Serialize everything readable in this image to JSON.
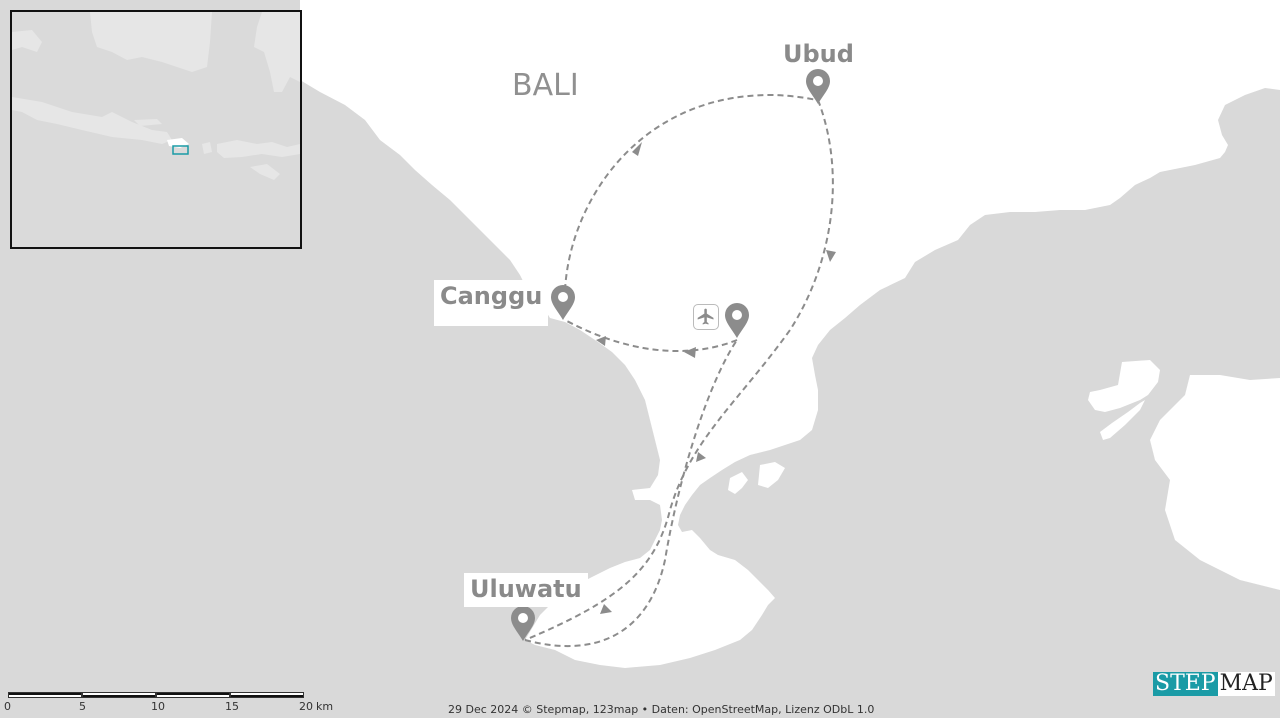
{
  "map": {
    "region_label": "BALI",
    "colors": {
      "sea": "#d9d9d9",
      "land": "#ffffff",
      "route": "#8c8c8c",
      "pin": "#8c8c8c",
      "label": "#8a8a8a",
      "inset_highlight": "#1a9ba6"
    },
    "places": [
      {
        "name": "Ubud",
        "icon": "map-pin-icon"
      },
      {
        "name": "Canggu",
        "icon": "map-pin-icon"
      },
      {
        "name": "Uluwatu",
        "icon": "map-pin-icon"
      },
      {
        "name": "",
        "icon": "map-pin-icon",
        "extra_icon": "airplane-icon"
      }
    ],
    "routes": [
      {
        "from": "Airport",
        "to": "Canggu",
        "style": "dashed"
      },
      {
        "from": "Canggu",
        "to": "Ubud",
        "style": "dashed"
      },
      {
        "from": "Ubud",
        "to": "Uluwatu",
        "style": "dashed"
      },
      {
        "from": "Uluwatu",
        "to": "Airport",
        "style": "dashed"
      }
    ]
  },
  "inset": {
    "description": "Overview map of Java/Bali region with highlighted viewport"
  },
  "scalebar": {
    "ticks": [
      "0",
      "5",
      "10",
      "15",
      "20"
    ],
    "unit": "km"
  },
  "footer": {
    "attribution": "29 Dec 2024 © Stepmap, 123map • Daten: OpenStreetMap, Lizenz ODbL 1.0"
  },
  "logo": {
    "part1": "STEP",
    "part2": "MAP"
  }
}
